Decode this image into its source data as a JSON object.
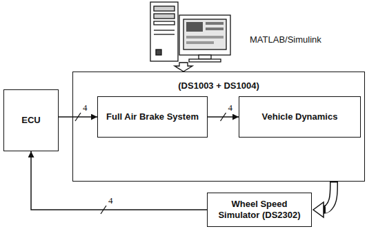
{
  "diagram": {
    "nodes": [
      {
        "text": [
          "ECU"
        ]
      },
      {
        "text": [
          "(DS1003 + DS1004)"
        ]
      },
      {
        "text": [
          "Full Air Brake System"
        ],
        "in": 1
      },
      {
        "text": [
          "Vehicle Dynamics"
        ],
        "in": 1
      },
      {
        "text": [
          "Wheel Speed Simulator (DS2302)"
        ]
      }
    ],
    "edges": [
      {
        "from": 0,
        "to": 2,
        "arrow": "to",
        "label": "4"
      },
      {
        "from": 2,
        "to": 3,
        "arrow": "to",
        "label": "4"
      },
      {
        "from": 1,
        "to": 4,
        "arrow": "to"
      },
      {
        "from": 4,
        "to": 0,
        "arrow": "to",
        "label": "4"
      }
    ],
    "labels": [
      "MATLAB/Simulink"
    ]
  }
}
